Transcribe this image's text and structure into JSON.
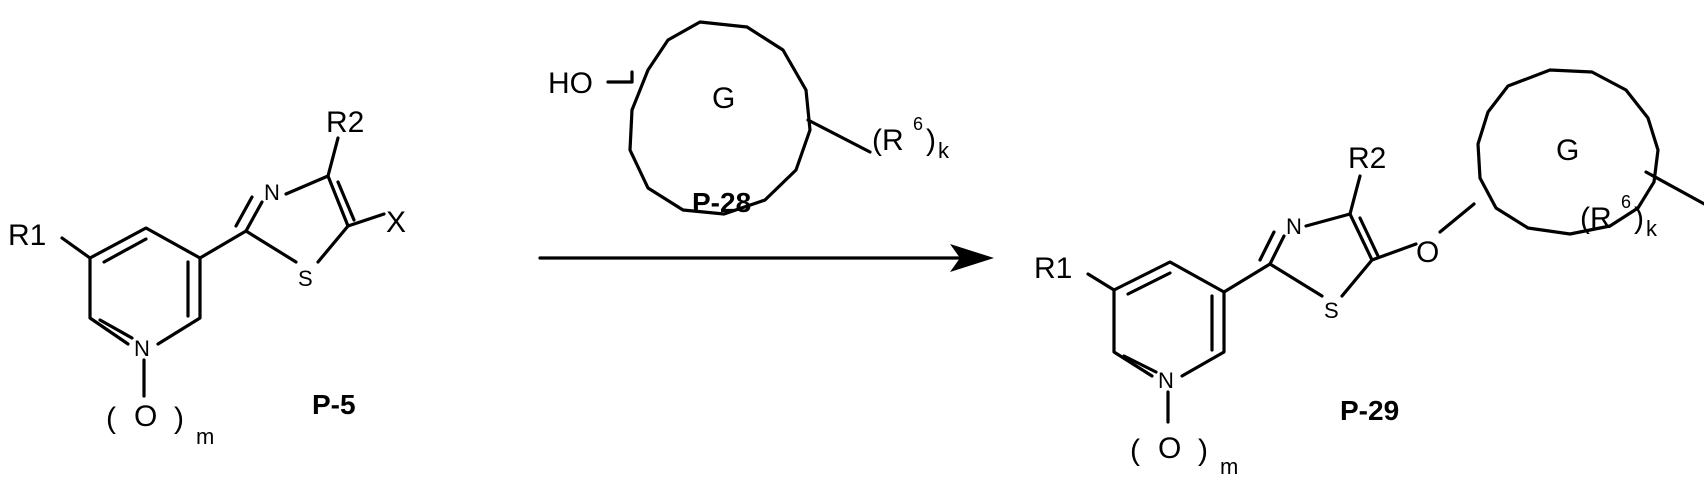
{
  "reactant": {
    "compound_label": "P-5",
    "R1": "R1",
    "R2": "R2",
    "X": "X",
    "N_thiazole": "N",
    "S_thiazole": "S",
    "N_pyridine": "N",
    "oxide_open": "(",
    "oxide_O": "O",
    "oxide_close": ")",
    "oxide_m": "m"
  },
  "reagent": {
    "compound_label": "P-28",
    "HO": "HO",
    "ring_G": "G",
    "subst_open": "(R",
    "subst_sup": "6",
    "subst_close": ")",
    "subst_sub": "k"
  },
  "product": {
    "compound_label": "P-29",
    "R1": "R1",
    "R2": "R2",
    "O_link": "O",
    "N_thiazole": "N",
    "S_thiazole": "S",
    "N_pyridine": "N",
    "oxide_open": "(",
    "oxide_O": "O",
    "oxide_close": ")",
    "oxide_m": "m",
    "ring_G": "G",
    "subst_open": "(R",
    "subst_sup": "6",
    "subst_close": ")",
    "subst_sub": "k"
  }
}
